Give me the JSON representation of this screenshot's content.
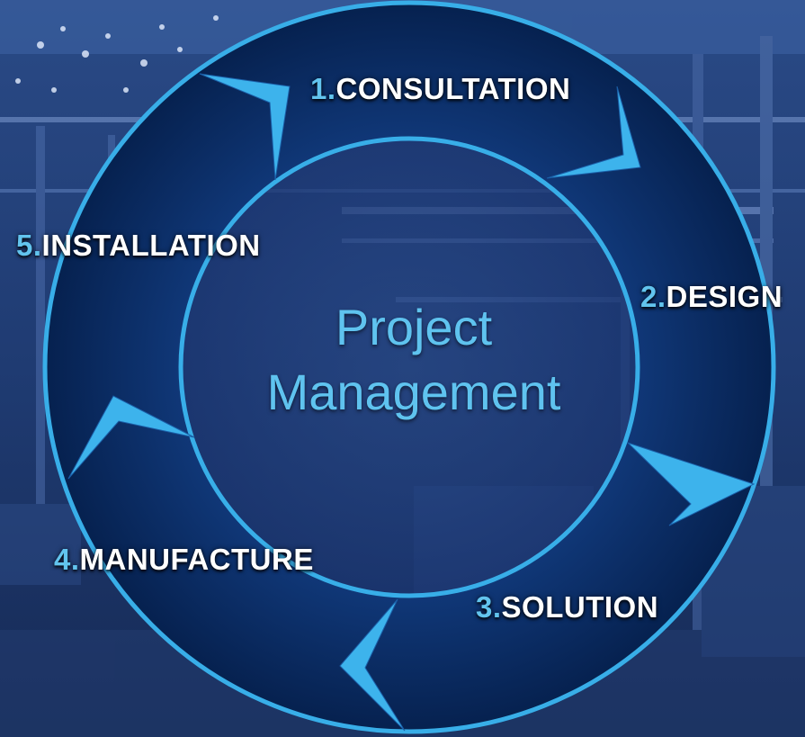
{
  "center": {
    "line1": "Project",
    "line2": "Management"
  },
  "steps": [
    {
      "number": "1.",
      "label": "CONSULTATION"
    },
    {
      "number": "2.",
      "label": "DESIGN"
    },
    {
      "number": "3.",
      "label": "SOLUTION"
    },
    {
      "number": "4.",
      "label": "MANUFACTURE"
    },
    {
      "number": "5.",
      "label": "INSTALLATION"
    }
  ],
  "colors": {
    "ring_stroke": "#38aee8",
    "ring_fill": "#0b2a63",
    "accent": "#62c4ee",
    "background": "#1d3568"
  }
}
